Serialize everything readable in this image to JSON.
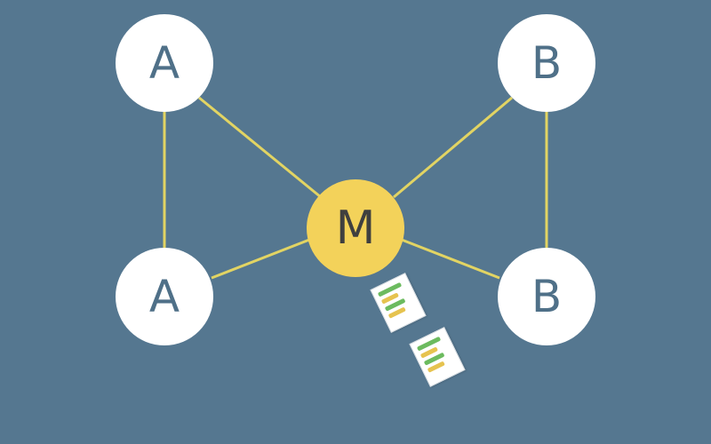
{
  "nodes": {
    "a_top": {
      "label": "A"
    },
    "b_top": {
      "label": "B"
    },
    "a_bottom": {
      "label": "A"
    },
    "b_bottom": {
      "label": "B"
    },
    "m": {
      "label": "M"
    }
  },
  "colors": {
    "background": "#557790",
    "edge": "#e2d463",
    "peer_node": "#ffffff",
    "hub_node": "#f3d25a",
    "peer_text": "#4f7088",
    "hub_text": "#3f3f3f"
  },
  "icons": {
    "document": "document-icon"
  }
}
